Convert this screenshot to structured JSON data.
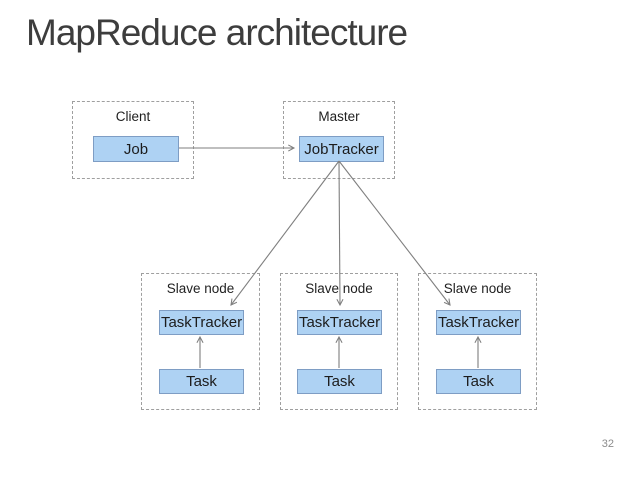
{
  "slide": {
    "title": "MapReduce architecture",
    "page_number": "32"
  },
  "diagram": {
    "client": {
      "label": "Client",
      "job_label": "Job"
    },
    "master": {
      "label": "Master",
      "jobtracker_label": "JobTracker"
    },
    "slaves": [
      {
        "label": "Slave node",
        "tasktracker_label": "TaskTracker",
        "task_label": "Task"
      },
      {
        "label": "Slave node",
        "tasktracker_label": "TaskTracker",
        "task_label": "Task"
      },
      {
        "label": "Slave node",
        "tasktracker_label": "TaskTracker",
        "task_label": "Task"
      }
    ],
    "colors": {
      "node_fill": "#aed2f3",
      "node_border": "#7e9dc4",
      "arrow": "#7f7f7f",
      "dashed_border": "#9f9f9f",
      "title_color": "#3d3d3d"
    }
  }
}
